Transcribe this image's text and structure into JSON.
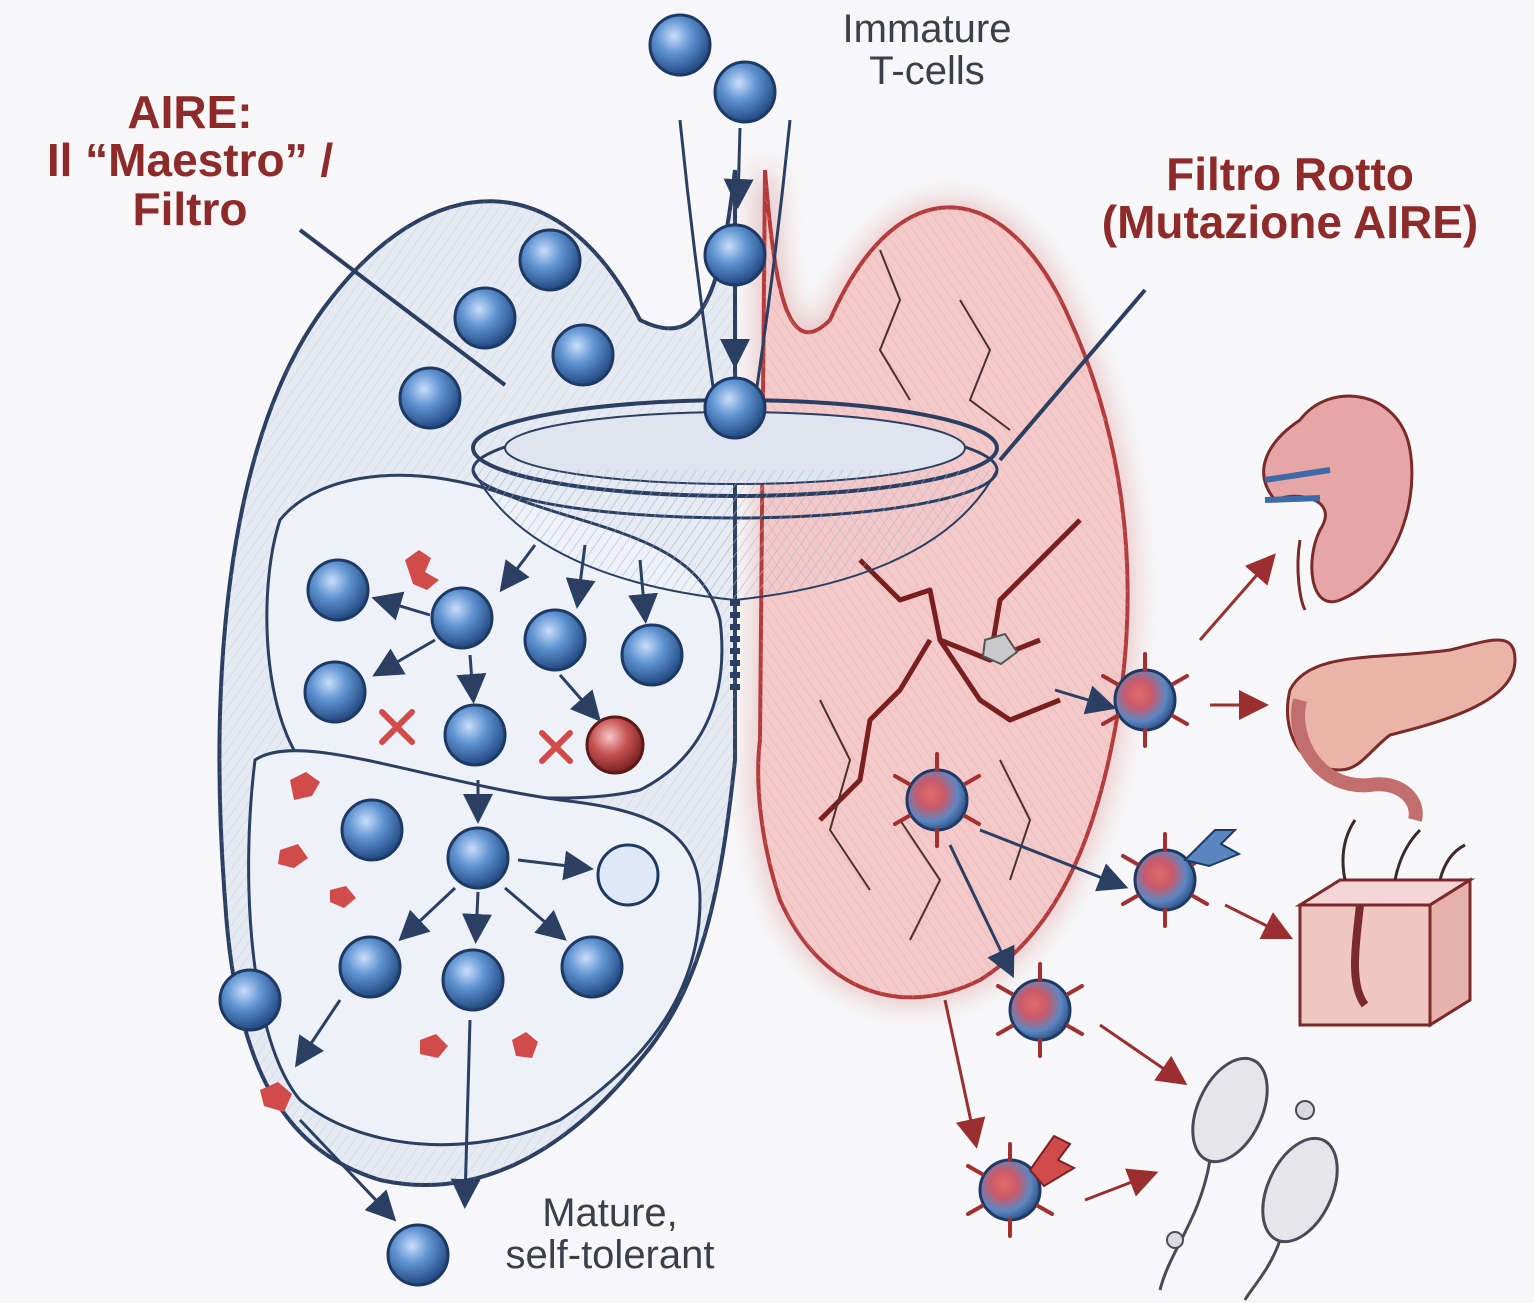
{
  "labels": {
    "immature": [
      "Immature",
      "T-cells"
    ],
    "aire": [
      "AIRE:",
      "Il “Maestro” /",
      "Filtro"
    ],
    "broken": [
      "Filtro Rotto",
      "(Mutazione AIRE)"
    ],
    "mature": [
      "Mature,",
      "self-tolerant"
    ]
  },
  "colors": {
    "ink": "#2b3f63",
    "cell_blue": "#4f86c6",
    "cell_blue_dark": "#2a4f86",
    "accent_red": "#d24b4b",
    "title_red": "#8e2a2a",
    "broken_tint": "#f4c9c9",
    "healthy_tint": "#e6ebf3"
  },
  "icons": [
    "kidney-icon",
    "pancreas-icon",
    "skin-tissue-icon",
    "microbe-icon"
  ]
}
